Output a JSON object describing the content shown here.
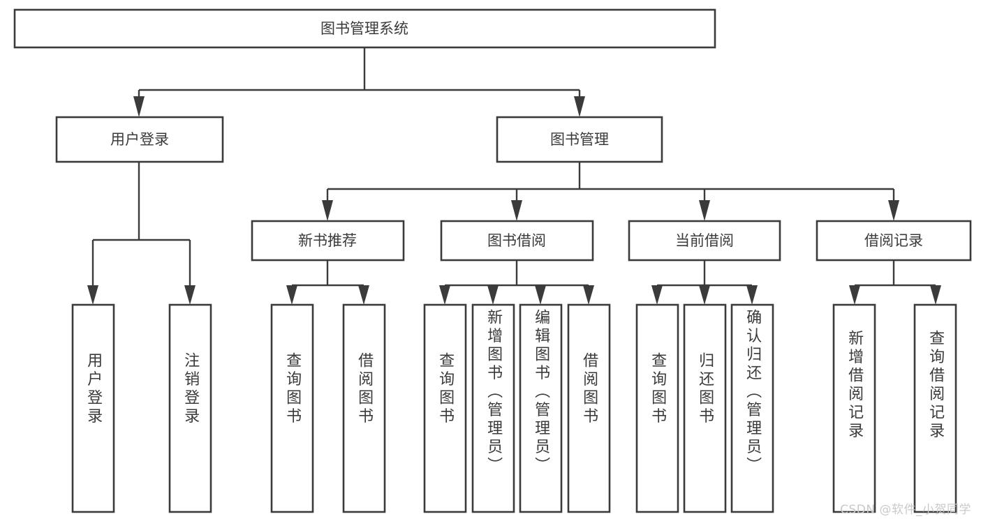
{
  "diagram": {
    "type": "tree-hierarchy",
    "title": "图书管理系统",
    "watermark": "CSDN @软件_小贺同学",
    "colors": {
      "stroke": "#3b3b3b",
      "text": "#3a3a3a",
      "background": "#ffffff",
      "watermark": "#c9c9c9"
    },
    "levels": {
      "root": {
        "label": "图书管理系统"
      },
      "level1": [
        {
          "label": "用户登录"
        },
        {
          "label": "图书管理"
        }
      ],
      "level2": [
        {
          "label": "新书推荐"
        },
        {
          "label": "图书借阅"
        },
        {
          "label": "当前借阅"
        },
        {
          "label": "借阅记录"
        }
      ],
      "leaves": [
        {
          "label": "用户登录",
          "parent": "用户登录"
        },
        {
          "label": "注销登录",
          "parent": "用户登录"
        },
        {
          "label": "查询图书",
          "parent": "新书推荐"
        },
        {
          "label": "借阅图书",
          "parent": "新书推荐"
        },
        {
          "label": "查询图书",
          "parent": "图书借阅"
        },
        {
          "label": "新增图书（管理员）",
          "parent": "图书借阅"
        },
        {
          "label": "编辑图书（管理员）",
          "parent": "图书借阅"
        },
        {
          "label": "借阅图书",
          "parent": "图书借阅"
        },
        {
          "label": "查询图书",
          "parent": "当前借阅"
        },
        {
          "label": "归还图书",
          "parent": "当前借阅"
        },
        {
          "label": "确认归还（管理员）",
          "parent": "当前借阅"
        },
        {
          "label": "新增借阅记录",
          "parent": "借阅记录"
        },
        {
          "label": "查询借阅记录",
          "parent": "借阅记录"
        }
      ]
    }
  }
}
